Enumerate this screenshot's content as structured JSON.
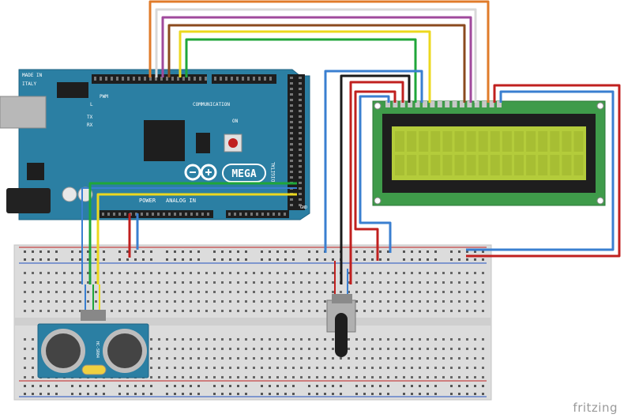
{
  "arduino": {
    "made_in": "MADE IN",
    "country": "ITALY",
    "brand": "MEGA",
    "pwm_label": "PWM",
    "comm_label": "COMMUNICATION",
    "power_label": "POWER",
    "analog_label": "ANALOG IN",
    "tx_label": "TX",
    "rx_label": "RX",
    "l_label": "L",
    "on_label": "ON",
    "gnd_label": "GND",
    "digital_label": "DIGITAL"
  },
  "sensor": {
    "label": "HC-SR04"
  },
  "watermark": "fritzing",
  "colors": {
    "board": "#2b7fa3",
    "lcd_pcb": "#3f9b4a",
    "lcd_screen": "#b4cc3b",
    "wire_orange": "#e07b2a",
    "wire_white": "#d8d8d8",
    "wire_purple": "#a04a9c",
    "wire_brown": "#8b4a1e",
    "wire_yellow": "#ecd81f",
    "wire_green": "#1fa63a",
    "wire_blue": "#3a7fd0",
    "wire_red": "#c0201f",
    "wire_black": "#1a1a1a"
  }
}
